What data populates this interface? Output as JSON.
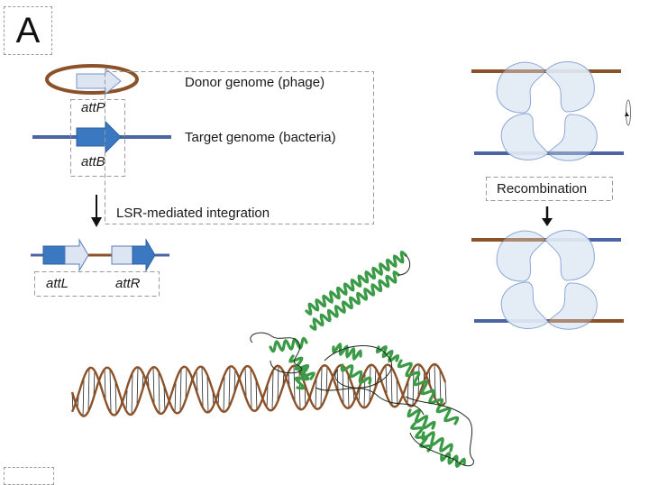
{
  "figure": {
    "panel_label": "A",
    "next_panel_label": "",
    "colors": {
      "phage_dna": "#8b5128",
      "bacterial_dna": "#4a64a4",
      "att_light": "#dde5f3",
      "att_dark": "#3b78c2",
      "att_stroke": "#5a7fb8",
      "recombinase_fill": "#e2eaf5",
      "recombinase_stroke": "#8ea8d4",
      "protein_green": "#3a9a45",
      "dashed_box": "#9a9a9a"
    }
  },
  "schematic": {
    "donor_label": "Donor genome (phage)",
    "target_label": "Target genome (bacteria)",
    "attP_label": "attP",
    "attB_label": "attB",
    "process_label": "LSR-mediated integration",
    "attL_label": "attL",
    "attR_label": "attR"
  },
  "recombination": {
    "step_label": "Recombination"
  },
  "structure": {
    "description": "LSR protein bound to DNA double helix",
    "dna_helix_turns": 8
  }
}
